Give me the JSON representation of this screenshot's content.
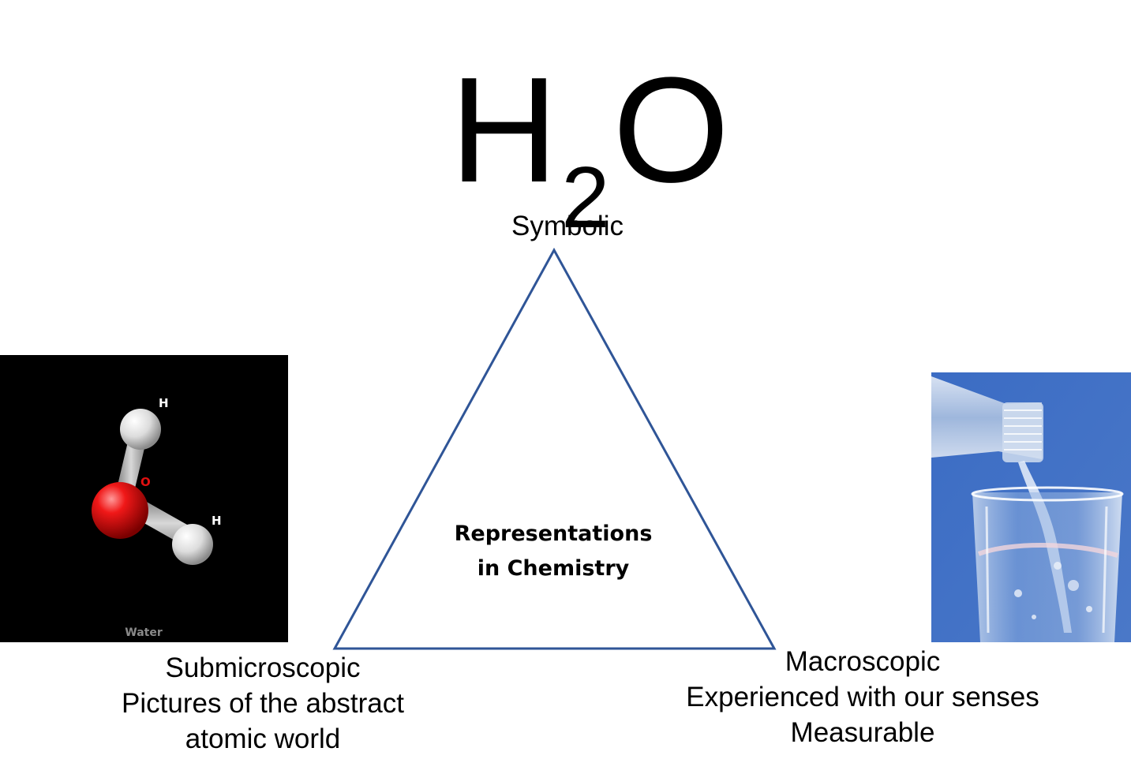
{
  "formula": {
    "element_h": "H",
    "subscript": "2",
    "element_o": "O"
  },
  "vertices": {
    "top": "Symbolic",
    "bottom_left": {
      "line1": "Submicroscopic",
      "line2": "Pictures of the abstract",
      "line3": "atomic world"
    },
    "bottom_right": {
      "line1": "Macroscopic",
      "line2": "Experienced with our senses",
      "line3": "Measurable"
    }
  },
  "center": {
    "line1": "Representations",
    "line2": "in Chemistry"
  },
  "molecule_image": {
    "atom_h1": "H",
    "atom_o": "O",
    "atom_h2": "H",
    "caption": "Water"
  },
  "colors": {
    "triangle_stroke": "#2f5597",
    "oxygen": "#e01010",
    "hydrogen": "#e8e8e8",
    "water_background": "#3f6fc2"
  }
}
